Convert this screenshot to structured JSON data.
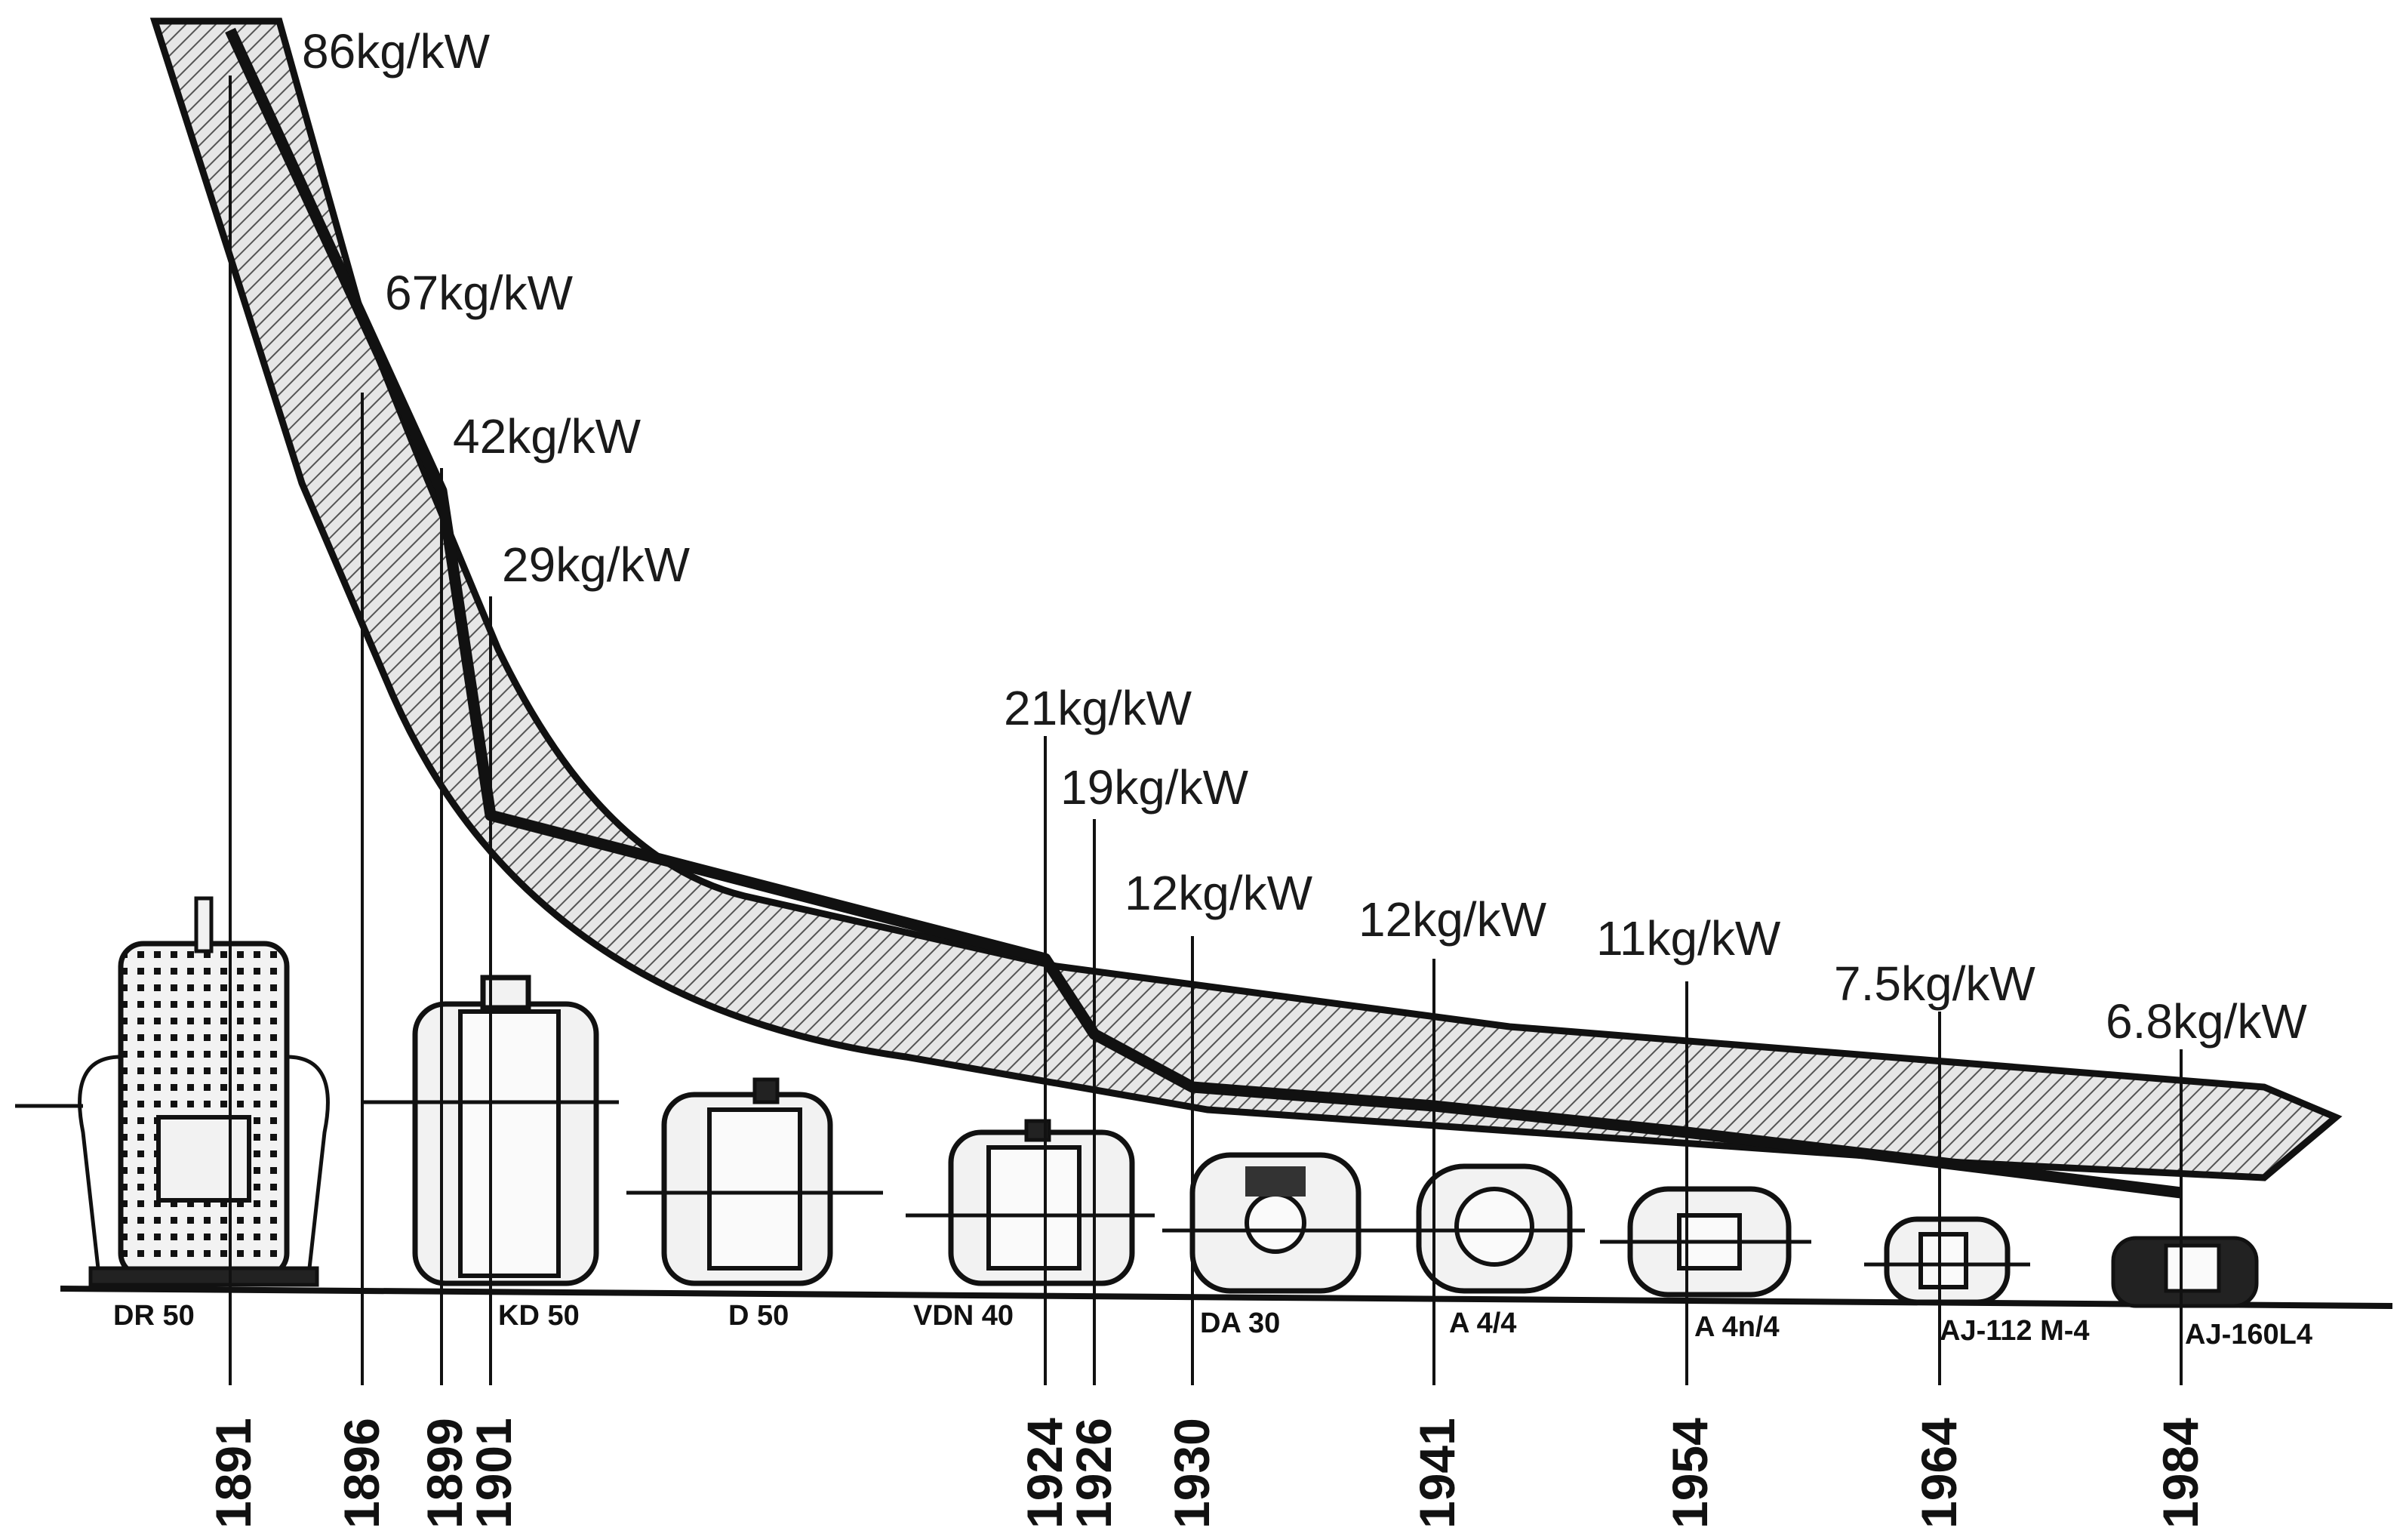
{
  "chart_data": {
    "type": "line",
    "title": "",
    "xlabel": "",
    "ylabel": "",
    "unit": "kg/kW",
    "series": [
      {
        "values": [
          {
            "year": 1891,
            "motor": "DR 50",
            "value": 86,
            "label": "86kg/kW"
          },
          {
            "year": 1896,
            "motor": "",
            "value": 67,
            "label": "67kg/kW"
          },
          {
            "year": 1899,
            "motor": "",
            "value": 42,
            "label": "42kg/kW"
          },
          {
            "year": 1901,
            "motor": "KD 50",
            "value": 29,
            "label": "29kg/kW"
          },
          {
            "year": 1924,
            "motor": "VDN 40",
            "value": 21,
            "label": "21kg/kW"
          },
          {
            "year": 1926,
            "motor": "",
            "value": 19,
            "label": "19kg/kW"
          },
          {
            "year": 1930,
            "motor": "DA 30",
            "value": 12,
            "label": "12kg/kW"
          },
          {
            "year": 1941,
            "motor": "A 4/4",
            "value": 12,
            "label": "12kg/kW"
          },
          {
            "year": 1954,
            "motor": "A 4n/4",
            "value": 11,
            "label": "11kg/kW"
          },
          {
            "year": 1964,
            "motor": "AJ-112 M-4",
            "value": 7.5,
            "label": "7.5kg/kW"
          },
          {
            "year": 1984,
            "motor": "AJ-160L4",
            "value": 6.8,
            "label": "6.8kg/kW"
          }
        ]
      }
    ],
    "motors_without_year": [
      {
        "motor": "D 50"
      }
    ],
    "grid": false,
    "legend": "none"
  }
}
